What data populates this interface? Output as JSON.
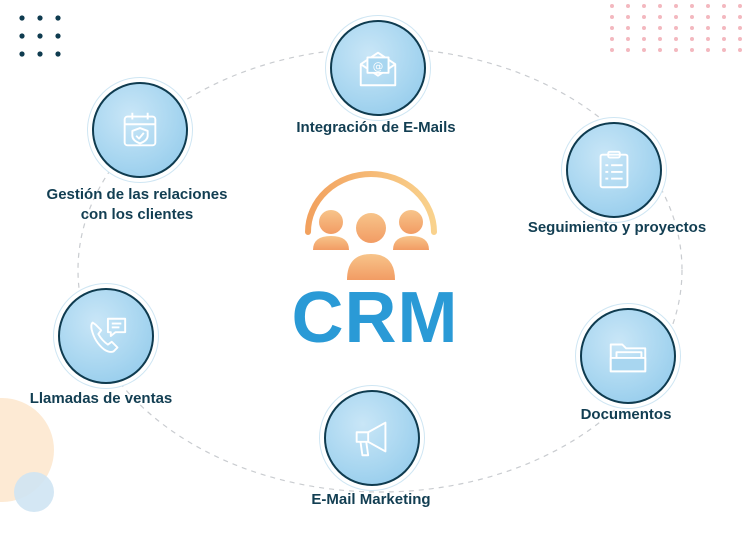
{
  "center": {
    "title": "CRM"
  },
  "nodes": {
    "email_integration": {
      "label": "Integración de E-Mails",
      "icon": "envelope-at-icon"
    },
    "customer_relations": {
      "label_line1": "Gestión de las relaciones",
      "label_line2": "con los clientes",
      "icon": "calendar-check-icon"
    },
    "tracking_projects": {
      "label": "Seguimiento y proyectos",
      "icon": "clipboard-list-icon"
    },
    "sales_calls": {
      "label": "Llamadas de ventas",
      "icon": "phone-chat-icon"
    },
    "documents": {
      "label": "Documentos",
      "icon": "folder-documents-icon"
    },
    "email_marketing": {
      "label": "E-Mail Marketing",
      "icon": "megaphone-icon"
    }
  },
  "colors": {
    "accent_blue": "#2a9ad6",
    "text_dark": "#123e52",
    "node_fill": "#a8d6f0",
    "people_orange": "#f4b27a",
    "dots_teal": "#0f3b4f",
    "dots_pink": "#f3b8bf"
  }
}
